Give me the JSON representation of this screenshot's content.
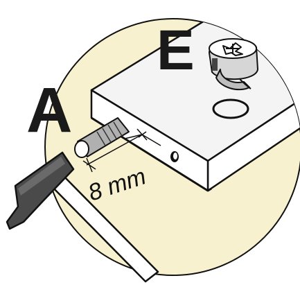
{
  "labels": {
    "part_a": "A",
    "part_e": "E",
    "dimension": "8 mm"
  },
  "colors": {
    "background_circle": "#f7f1cf",
    "board_top": "#f4f4f4",
    "board_side": "#ffffff",
    "dowel": "#b0b0b0",
    "hammer_head": "#4a4a4a",
    "hammer_handle": "#ffffff",
    "outline": "#111111"
  },
  "icons": {
    "cam_lock": "cam-lock-fitting-icon",
    "dowel": "wooden-dowel-icon",
    "hammer": "hammer-icon",
    "hole": "drilled-hole-icon"
  }
}
